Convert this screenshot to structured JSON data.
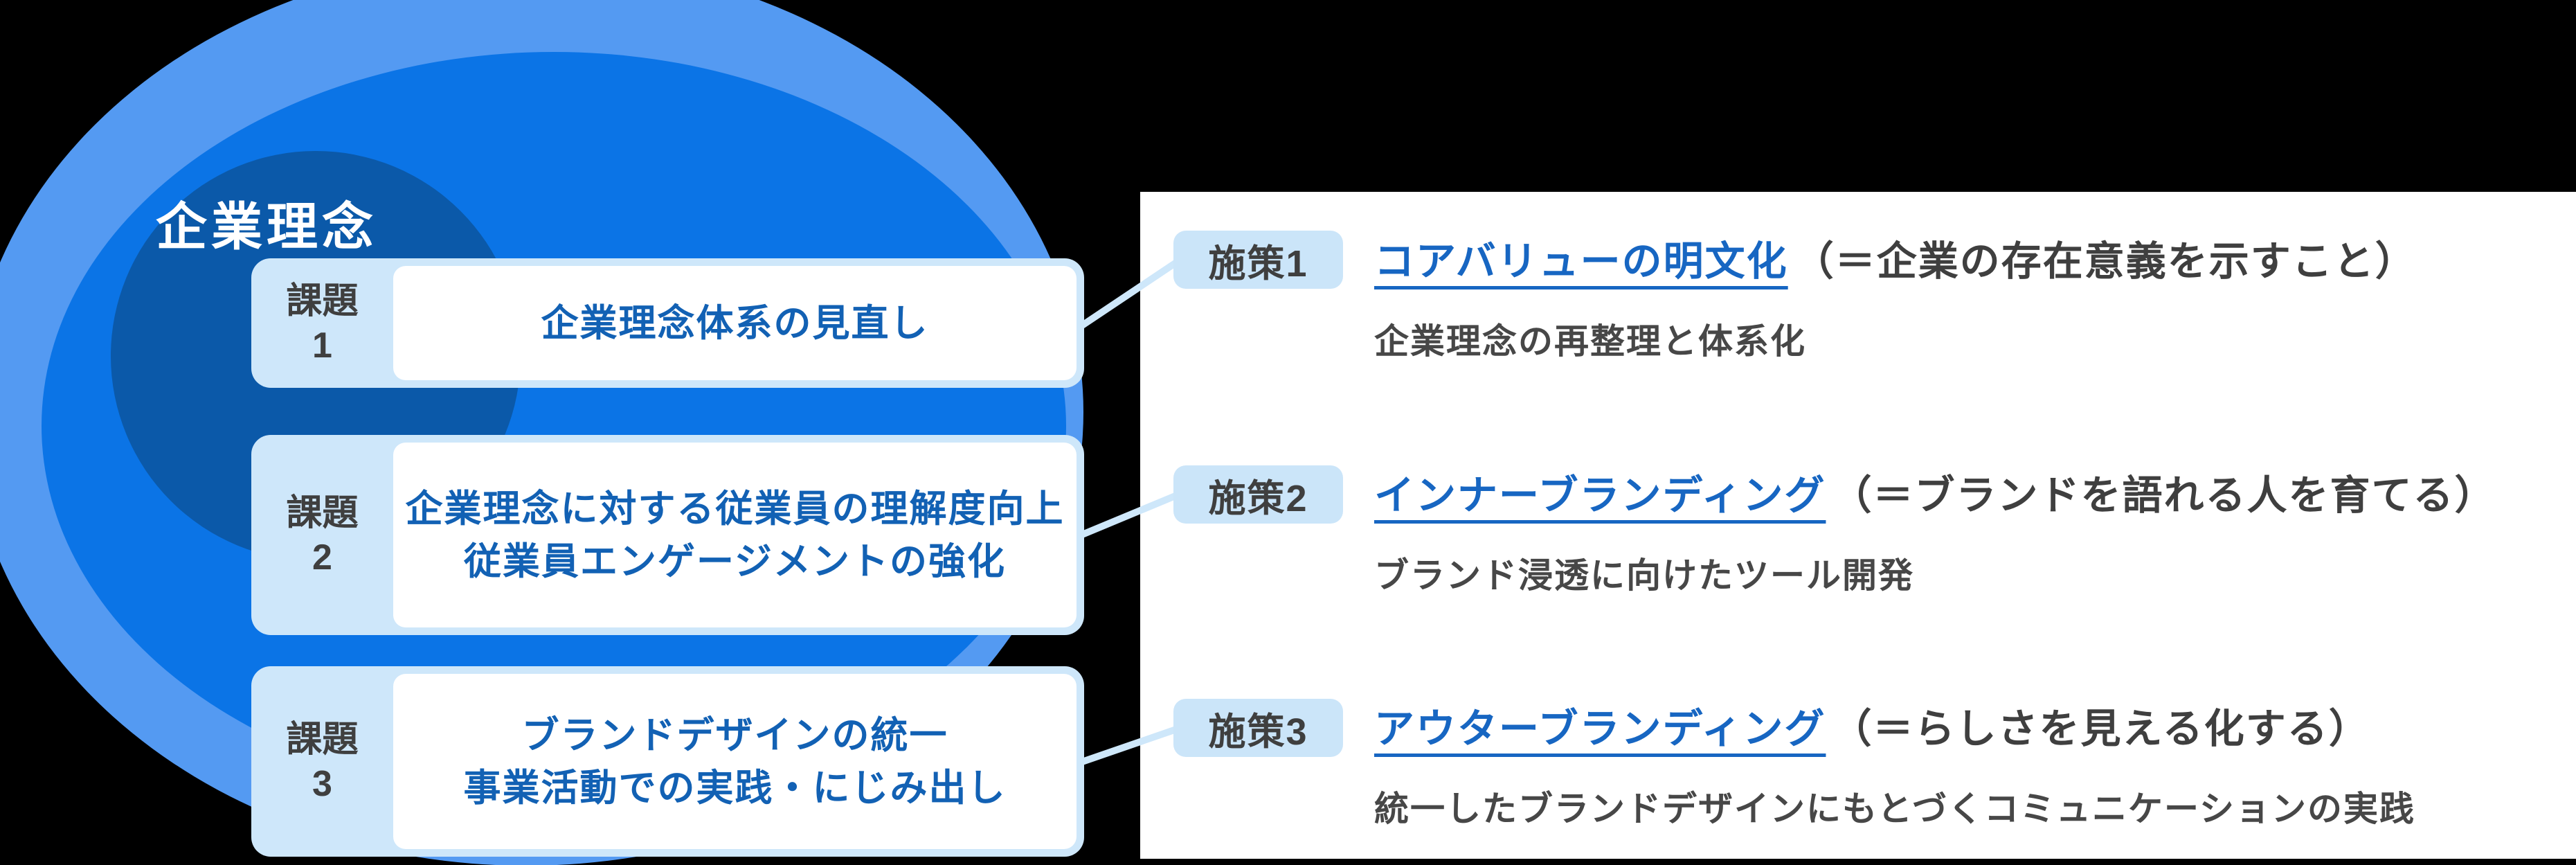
{
  "philosophy": {
    "label": "企業理念"
  },
  "issues": {
    "tab_label": "課題",
    "items": [
      {
        "number": "1",
        "line1": "企業理念体系の見直し"
      },
      {
        "number": "2",
        "line1": "企業理念に対する従業員の理解度向上",
        "line2": "従業員エンゲージメントの強化"
      },
      {
        "number": "3",
        "line1": "ブランドデザインの統一",
        "line2": "事業活動での実践・にじみ出し"
      }
    ]
  },
  "measures": {
    "items": [
      {
        "chip": "施策1",
        "link": "コアバリューの明文化",
        "annotation": "（＝企業の存在意義を示すこと）",
        "description": "企業理念の再整理と体系化"
      },
      {
        "chip": "施策2",
        "link": "インナーブランディング",
        "annotation": "（＝ブランドを語れる人を育てる）",
        "description": "ブランド浸透に向けたツール開発"
      },
      {
        "chip": "施策3",
        "link": "アウターブランディング",
        "annotation": "（＝らしさを見える化する）",
        "description": "統一したブランドデザインにもとづくコミュニケーションの実践"
      }
    ]
  },
  "colors": {
    "background": "#000000",
    "circle-outer": "#549AF2",
    "circle-middle": "#0B74E6",
    "circle-inner": "#0B59A9",
    "light-blue": "#CEE7FA",
    "chip-bg": "#CBE5F9",
    "panel-bg": "#FFFFFF",
    "issue-text": "#1261B4",
    "link-blue": "#1766C2",
    "dark-text": "#3F3F3F"
  }
}
